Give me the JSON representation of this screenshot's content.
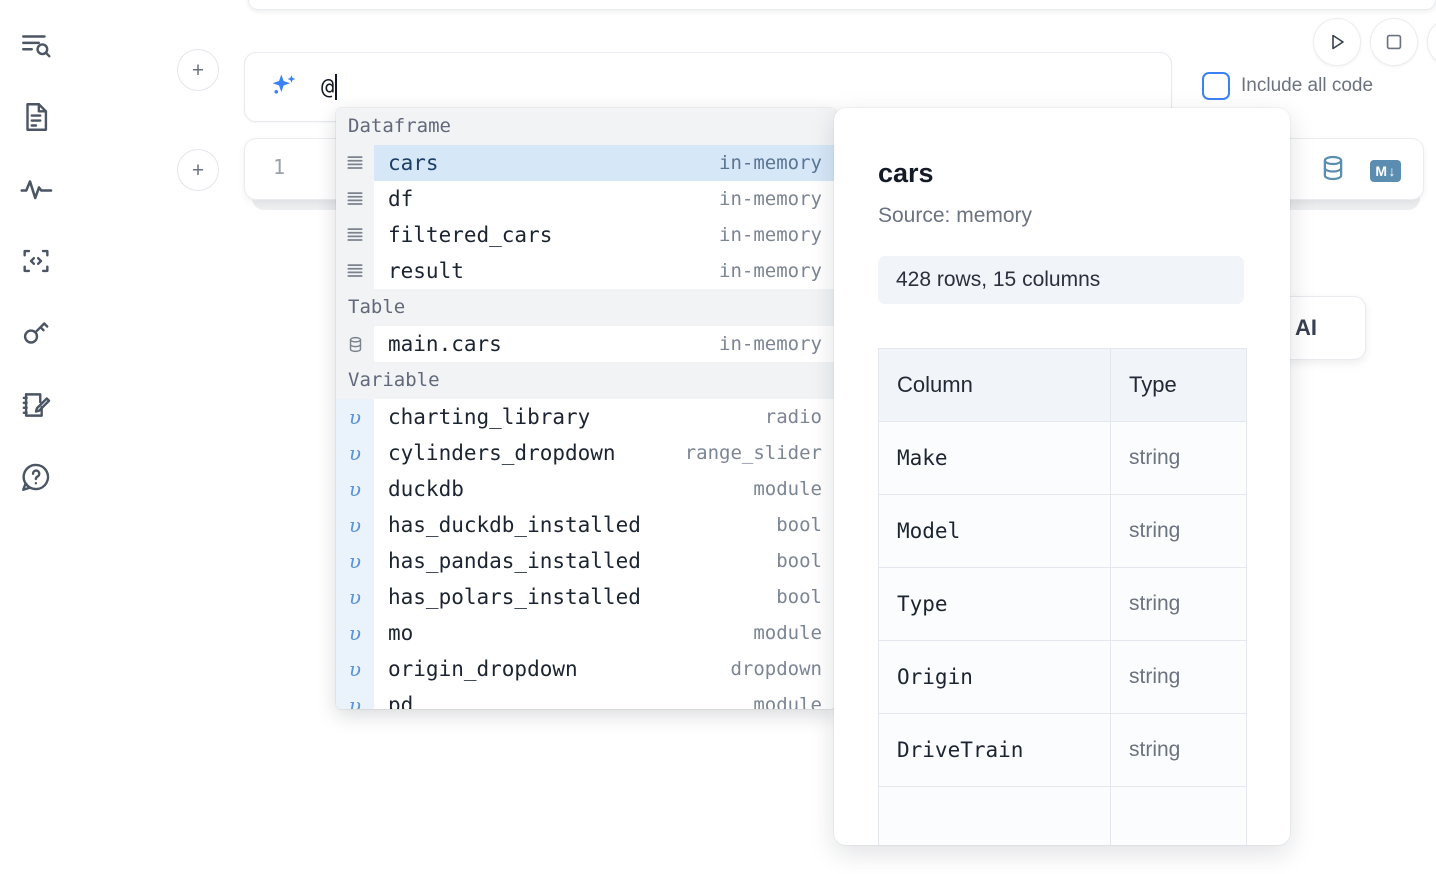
{
  "rail": {
    "items": [
      {
        "name": "explore-icon",
        "label": "Explore"
      },
      {
        "name": "file-icon",
        "label": "Files"
      },
      {
        "name": "activity-icon",
        "label": "Activity"
      },
      {
        "name": "snippets-icon",
        "label": "Snippets"
      },
      {
        "name": "secrets-key-icon",
        "label": "Secrets"
      },
      {
        "name": "scratchpad-icon",
        "label": "Scratchpad"
      },
      {
        "name": "help-chat-icon",
        "label": "Help"
      }
    ]
  },
  "toolbar": {
    "add_cell_label": "+",
    "run_label": "Run",
    "stop_label": "Stop",
    "include_all_code_label": "Include all code",
    "include_all_code_checked": false,
    "accent_color": "#3b82f6"
  },
  "prompt": {
    "value": "@",
    "icon": "sparkles-icon"
  },
  "cell": {
    "line_number": "1",
    "database_icon": "database-icon",
    "markdown_badge": "M",
    "markdown_arrow": "↓"
  },
  "ai_card": {
    "label": "h AI"
  },
  "autocomplete": {
    "sections": [
      {
        "title": "Dataframe",
        "kind": "dataframe",
        "icon": "table-rows-icon",
        "items": [
          {
            "name": "cars",
            "type": "in-memory",
            "selected": true
          },
          {
            "name": "df",
            "type": "in-memory",
            "selected": false
          },
          {
            "name": "filtered_cars",
            "type": "in-memory",
            "selected": false
          },
          {
            "name": "result",
            "type": "in-memory",
            "selected": false
          }
        ]
      },
      {
        "title": "Table",
        "kind": "table",
        "icon": "database-icon",
        "items": [
          {
            "name": "main.cars",
            "type": "in-memory",
            "selected": false
          }
        ]
      },
      {
        "title": "Variable",
        "kind": "variable",
        "icon": "variable-icon",
        "items": [
          {
            "name": "charting_library",
            "type": "radio",
            "selected": false
          },
          {
            "name": "cylinders_dropdown",
            "type": "range_slider",
            "selected": false
          },
          {
            "name": "duckdb",
            "type": "module",
            "selected": false
          },
          {
            "name": "has_duckdb_installed",
            "type": "bool",
            "selected": false
          },
          {
            "name": "has_pandas_installed",
            "type": "bool",
            "selected": false
          },
          {
            "name": "has_polars_installed",
            "type": "bool",
            "selected": false
          },
          {
            "name": "mo",
            "type": "module",
            "selected": false
          },
          {
            "name": "origin_dropdown",
            "type": "dropdown",
            "selected": false
          },
          {
            "name": "pd",
            "type": "module",
            "selected": false
          }
        ]
      }
    ]
  },
  "info_panel": {
    "title": "cars",
    "source": "Source: memory",
    "shape": "428 rows, 15 columns",
    "columns_header": "Column",
    "type_header": "Type",
    "rows": [
      {
        "column": "Make",
        "type": "string"
      },
      {
        "column": "Model",
        "type": "string"
      },
      {
        "column": "Type",
        "type": "string"
      },
      {
        "column": "Origin",
        "type": "string"
      },
      {
        "column": "DriveTrain",
        "type": "string"
      },
      {
        "column": "",
        "type": ""
      }
    ]
  }
}
